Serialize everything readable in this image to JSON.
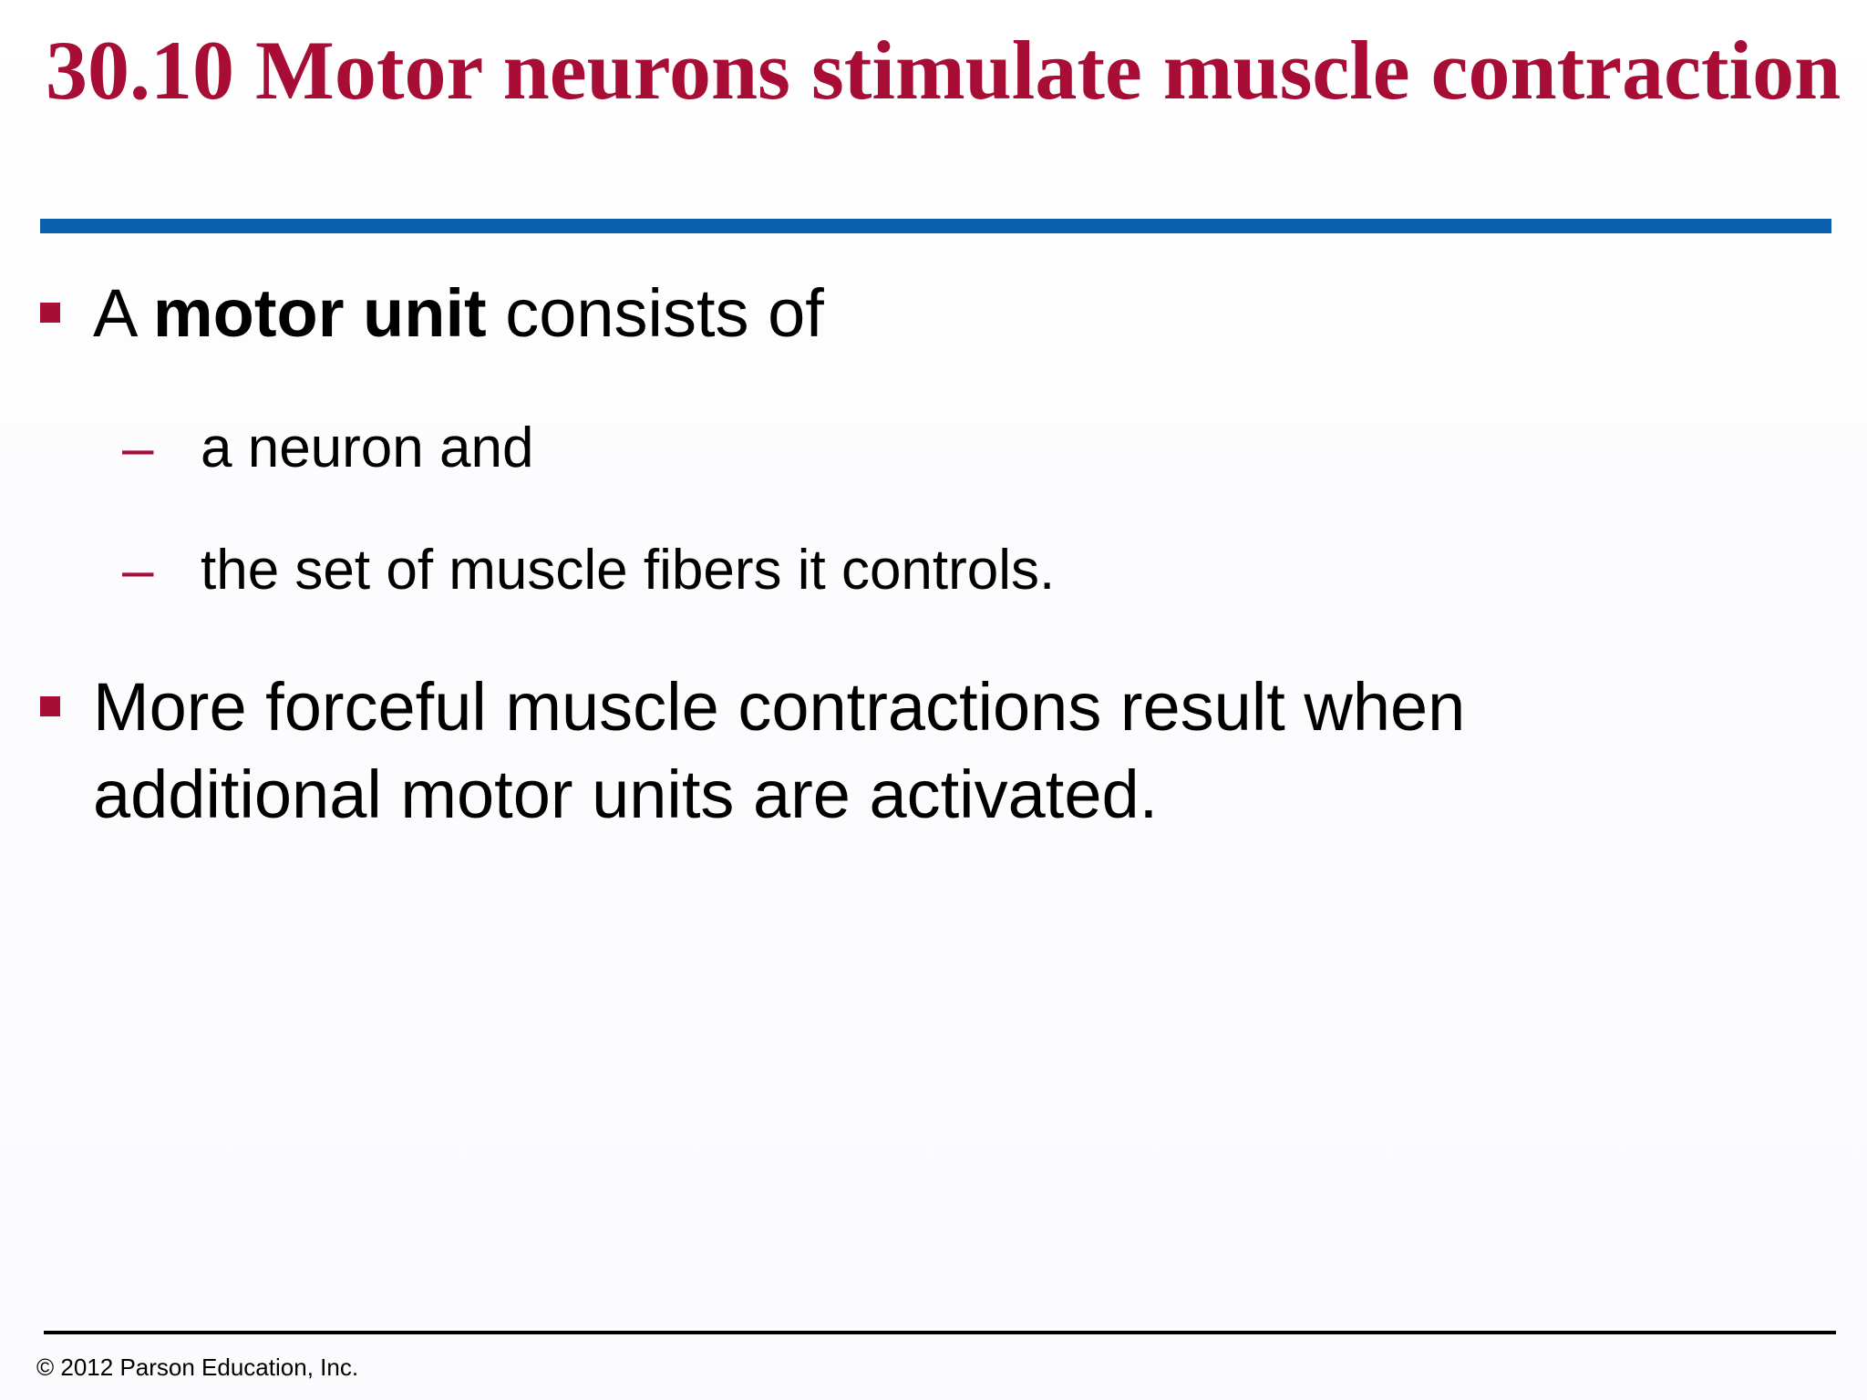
{
  "slide": {
    "title": "30.10 Motor neurons stimulate muscle contraction",
    "bullets": [
      {
        "prefix": "A ",
        "bold": "motor unit",
        "suffix": " consists of",
        "subitems": [
          {
            "dash": "–",
            "text": "a neuron and"
          },
          {
            "dash": "–",
            "text": "the set of muscle fibers it controls."
          }
        ]
      },
      {
        "text": "More forceful muscle contractions result when additional motor units are activated."
      }
    ],
    "footer": "© 2012 Parson Education, Inc."
  },
  "colors": {
    "title": "#a80d35",
    "title_rule": "#0b5fad",
    "bullet_marker": "#a80d35",
    "text": "#000000"
  }
}
